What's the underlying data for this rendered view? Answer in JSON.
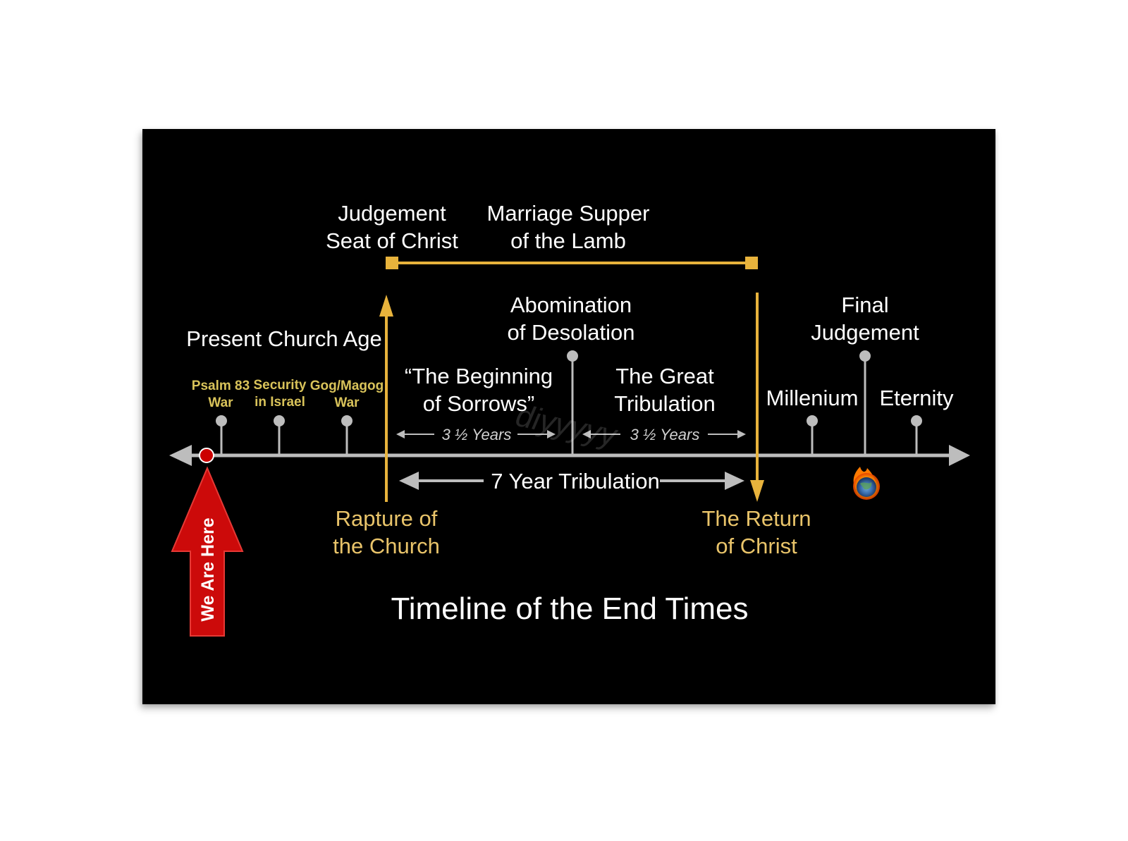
{
  "colors": {
    "page_background": "#ffffff",
    "poster_background": "#000000",
    "text_white": "#ffffff",
    "text_gold": "#e9c46a",
    "event_yellow": "#d9c35a",
    "accent_gold": "#e8b33c",
    "axis_gray": "#bdbdbd",
    "marker_red": "#cc0000",
    "arrow_red": "#cc0a0a"
  },
  "diagram": {
    "title": "Timeline of the End Times",
    "present_church_age": "Present Church Age",
    "we_are_here": "We Are Here",
    "events": [
      {
        "line1": "Psalm 83",
        "line2": "War"
      },
      {
        "line1": "Security",
        "line2": "in Israel"
      },
      {
        "line1": "Gog/Magog",
        "line2": "War"
      }
    ],
    "judgement_seat": {
      "line1": "Judgement",
      "line2": "Seat of Christ"
    },
    "marriage_supper": {
      "line1": "Marriage Supper",
      "line2": "of the Lamb"
    },
    "rapture": {
      "line1": "Rapture of",
      "line2": "the Church"
    },
    "return_of_christ": {
      "line1": "The Return",
      "line2": "of Christ"
    },
    "abomination": {
      "line1": "Abomination",
      "line2": "of Desolation"
    },
    "beginning_of_sorrows": {
      "line1": "“The Beginning",
      "line2": "of Sorrows”"
    },
    "great_tribulation": {
      "line1": "The Great",
      "line2": "Tribulation"
    },
    "half_period": "3 ½ Years",
    "seven_year": "7 Year Tribulation",
    "millenium": "Millenium",
    "eternity": "Eternity",
    "final_judgement": {
      "line1": "Final",
      "line2": "Judgement"
    },
    "watermark": "diyyyyy",
    "icons": {
      "present_marker": "red-circle-icon",
      "world_on_fire": "burning-earth-icon"
    }
  }
}
